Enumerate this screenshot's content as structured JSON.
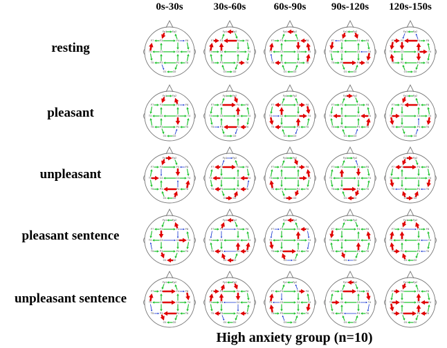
{
  "columns": [
    "0s-30s",
    "30s-60s",
    "60s-90s",
    "90s-120s",
    "120s-150s"
  ],
  "rows": [
    "resting",
    "pleasant",
    "unpleasant",
    "pleasant sentence",
    "unpleasant sentence"
  ],
  "footer": "High anxiety group (n=10)",
  "electrodes": [
    "Fp1",
    "Fp2",
    "F7",
    "F3",
    "F4",
    "F8",
    "T3",
    "C3",
    "C4",
    "T4",
    "T5",
    "P3",
    "P4",
    "T6",
    "O1",
    "O2"
  ],
  "colors": {
    "strong": "#e00000",
    "moderate": "#22c332",
    "weak": "#1030d0",
    "outline": "#777777"
  }
}
